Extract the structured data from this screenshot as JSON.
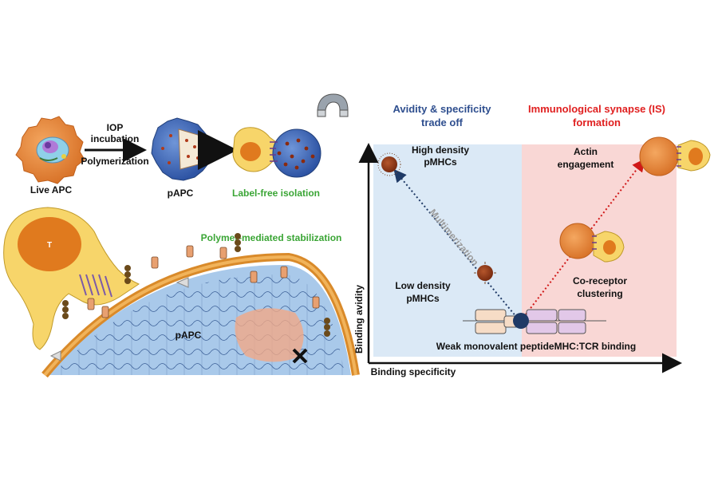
{
  "left": {
    "live_apc": "Live APC",
    "iop_line1": "IOP",
    "iop_line2": "incubation",
    "polymerization": "Polymerization",
    "papc": "pAPC",
    "label_free": "Label-free isolation",
    "polymer_stabilization": "Polymer-mediated stabilization",
    "t_cell": "T",
    "papc_inner": "pAPC"
  },
  "right": {
    "avidity_title_line1": "Avidity & specificity",
    "avidity_title_line2": "trade off",
    "is_title_line1": "Immunological synapse (IS)",
    "is_title_line2": "formation",
    "high_density_line1": "High density",
    "high_density_line2": "pMHCs",
    "low_density_line1": "Low density",
    "low_density_line2": "pMHCs",
    "multimerization": "Multimerization",
    "actin_line1": "Actin",
    "actin_line2": "engagement",
    "coreceptor_line1": "Co-receptor",
    "coreceptor_line2": "clustering",
    "weak_binding": "Weak monovalent peptideMHC:TCR binding",
    "y_axis": "Binding avidity",
    "x_axis": "Binding specificity"
  },
  "colors": {
    "blue_title": "#2f4f8f",
    "red_title": "#e02020",
    "green_label": "#3aa535",
    "blue_panel": "#dbe9f6",
    "red_panel": "#f9d7d5",
    "apc_orange": "#e88a3c",
    "papc_blue": "#3f6cc0"
  }
}
